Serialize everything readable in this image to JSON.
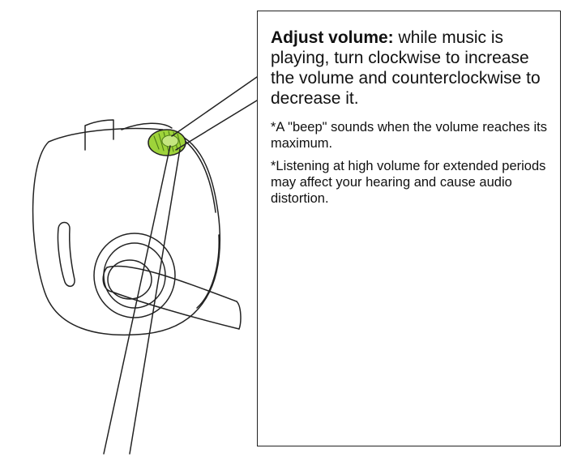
{
  "instruction": {
    "heading": "Adjust volume:",
    "body": " while music is playing, turn clockwise to increase the volume and counterclockwise to decrease it."
  },
  "notes": [
    "*A \"beep\" sounds when the volume reaches its maximum.",
    "*Listening at high volume for extended periods may affect your hearing and cause audio distortion."
  ],
  "icons": {
    "hearing_warning": "hearing-warning-icon",
    "rotation_arrow": "clockwise-arrow-icon"
  },
  "colors": {
    "knob_green": "#9ed33a",
    "knob_ridge": "#4f7d18",
    "line": "#222222"
  }
}
